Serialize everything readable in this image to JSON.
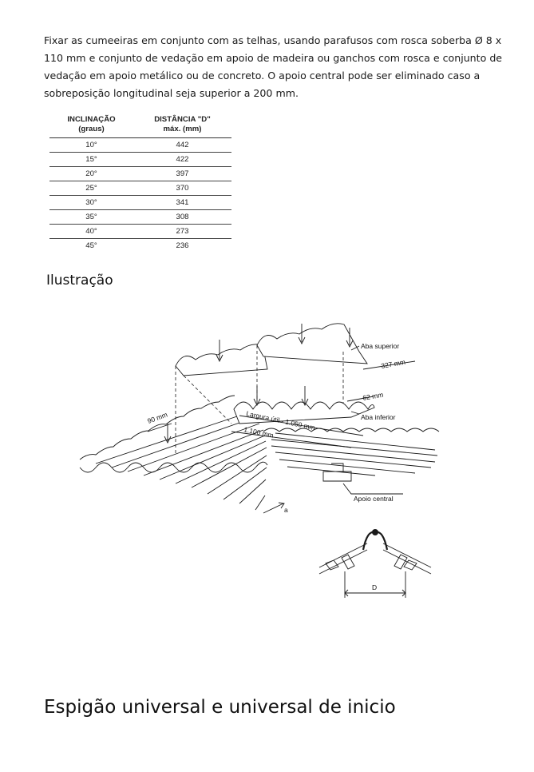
{
  "instructions": "Fixar as cumeeiras em conjunto com as telhas, usando parafusos com rosca soberba Ø 8 x 110 mm e conjunto de vedação em apoio de madeira ou ganchos com rosca e conjunto de vedação em apoio metálico ou de concreto. O apoio central pode ser eliminado caso a sobreposição longitudinal seja superior a 200 mm.",
  "table": {
    "header_col1_line1": "INCLINAÇÃO",
    "header_col1_line2": "(graus)",
    "header_col2_line1": "DISTÂNCIA \"D\"",
    "header_col2_line2": "máx. (mm)",
    "rows": [
      {
        "inclination": "10°",
        "distance": "442"
      },
      {
        "inclination": "15°",
        "distance": "422"
      },
      {
        "inclination": "20°",
        "distance": "397"
      },
      {
        "inclination": "25°",
        "distance": "370"
      },
      {
        "inclination": "30°",
        "distance": "341"
      },
      {
        "inclination": "35°",
        "distance": "308"
      },
      {
        "inclination": "40°",
        "distance": "273"
      },
      {
        "inclination": "45°",
        "distance": "236"
      }
    ]
  },
  "illustration_caption": "Ilustração",
  "figure_labels": {
    "aba_superior": "Aba superior",
    "dim_327": "327 mm",
    "dim_62": "62 mm",
    "aba_inferior": "Aba inferior",
    "dim_90": "90 mm",
    "largura_util": "Largura útil - 1.050 mm",
    "dim_1100": "1.100 mm",
    "apoio_central": "Apoio central",
    "a": "a",
    "d": "D"
  },
  "footer_title": "Espigão universal e universal de inicio"
}
